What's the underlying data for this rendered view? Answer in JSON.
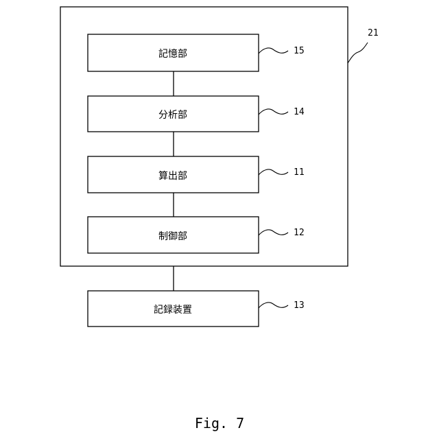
{
  "container": {
    "ref": "21"
  },
  "blocks": [
    {
      "label": "記憶部",
      "ref": "15"
    },
    {
      "label": "分析部",
      "ref": "14"
    },
    {
      "label": "算出部",
      "ref": "11"
    },
    {
      "label": "制御部",
      "ref": "12"
    }
  ],
  "external": {
    "label": "記録装置",
    "ref": "13"
  },
  "caption": "Fig. 7"
}
